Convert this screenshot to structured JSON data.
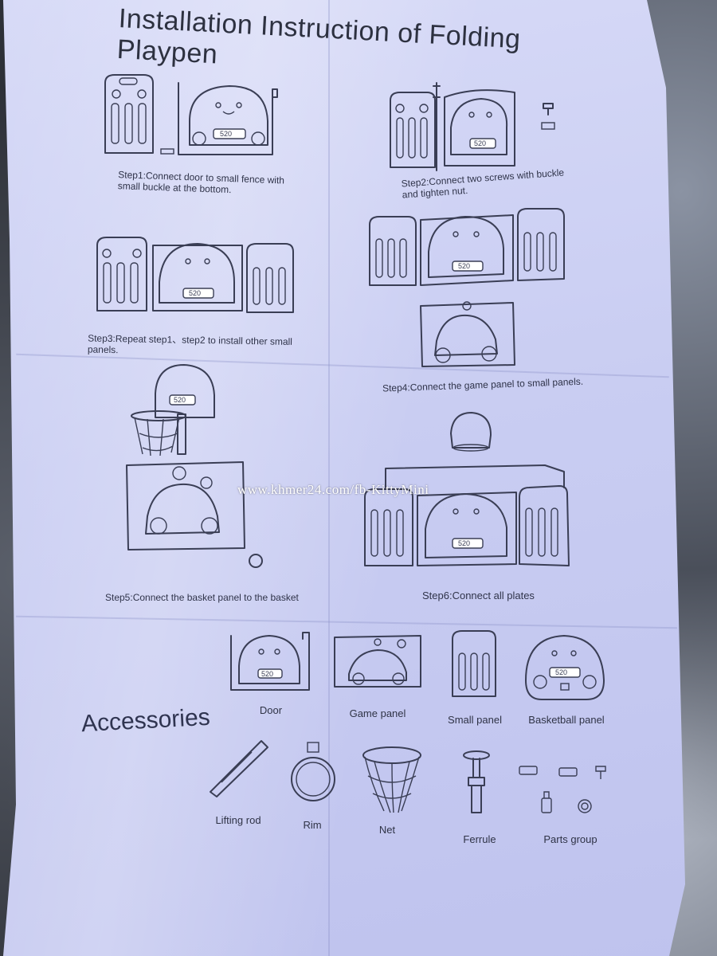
{
  "document": {
    "title": "Installation Instruction of Folding Playpen",
    "steps": [
      {
        "text": "Step1:Connect door to small fence with small buckle at the bottom."
      },
      {
        "text": "Step2:Connect two screws with buckle and tighten nut."
      },
      {
        "text": "Step3:Repeat step1、step2 to install other small panels."
      },
      {
        "text": "Step4:Connect the game panel to small panels."
      },
      {
        "text": "Step5:Connect the basket panel to the basket"
      },
      {
        "text": "Step6:Connect all plates"
      }
    ],
    "accessories_heading": "Accessories",
    "accessory_items": [
      {
        "label": "Door"
      },
      {
        "label": "Game panel"
      },
      {
        "label": "Small panel"
      },
      {
        "label": "Basketball panel"
      },
      {
        "label": "Lifting rod"
      },
      {
        "label": "Rim"
      },
      {
        "label": "Net"
      },
      {
        "label": "Ferrule"
      },
      {
        "label": "Parts group"
      }
    ],
    "plate_number": "520"
  },
  "watermark": "www.khmer24.com/fb-KittyMini",
  "colors": {
    "paper": "#c9cdf2",
    "ink": "#3a3e55",
    "background": "#3c4048"
  },
  "icons": [
    "playpen-door-icon",
    "small-panel-icon",
    "game-panel-icon",
    "basketball-panel-icon",
    "lifting-rod-icon",
    "rim-icon",
    "net-icon",
    "ferrule-icon",
    "parts-group-icon"
  ]
}
